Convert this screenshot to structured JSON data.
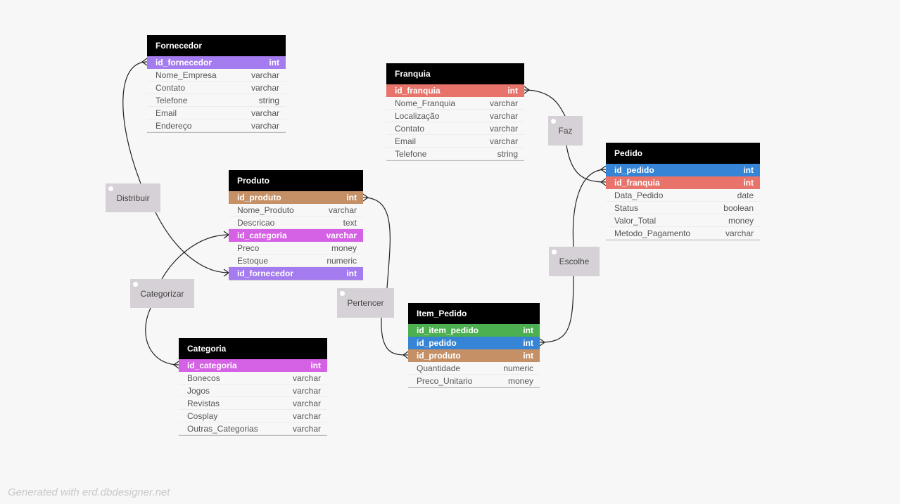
{
  "colors": {
    "background": "#f7f7f7",
    "header": "#000000",
    "purple": "#a57cf0",
    "salmon": "#e8736a",
    "brown": "#c59066",
    "magenta": "#d561e4",
    "blue": "#3584d6",
    "green": "#4caf50",
    "relation": "#d6d1d6"
  },
  "tables": {
    "fornecedor": {
      "title": "Fornecedor",
      "rows": [
        {
          "name": "id_fornecedor",
          "type": "int",
          "key": "purple"
        },
        {
          "name": "Nome_Empresa",
          "type": "varchar"
        },
        {
          "name": "Contato",
          "type": "varchar"
        },
        {
          "name": "Telefone",
          "type": "string"
        },
        {
          "name": "Email",
          "type": "varchar"
        },
        {
          "name": "Endereço",
          "type": "varchar"
        }
      ]
    },
    "franquia": {
      "title": "Franquia",
      "rows": [
        {
          "name": "id_franquia",
          "type": "int",
          "key": "salmon"
        },
        {
          "name": "Nome_Franquia",
          "type": "varchar"
        },
        {
          "name": "Localização",
          "type": "varchar"
        },
        {
          "name": "Contato",
          "type": "varchar"
        },
        {
          "name": "Email",
          "type": "varchar"
        },
        {
          "name": "Telefone",
          "type": "string"
        }
      ]
    },
    "produto": {
      "title": "Produto",
      "rows": [
        {
          "name": "id_produto",
          "type": "int",
          "key": "brown"
        },
        {
          "name": "Nome_Produto",
          "type": "varchar"
        },
        {
          "name": "Descricao",
          "type": "text"
        },
        {
          "name": "id_categoria",
          "type": "varchar",
          "key": "magenta"
        },
        {
          "name": "Preco",
          "type": "money"
        },
        {
          "name": "Estoque",
          "type": "numeric"
        },
        {
          "name": "id_fornecedor",
          "type": "int",
          "key": "purple"
        }
      ]
    },
    "pedido": {
      "title": "Pedido",
      "rows": [
        {
          "name": "id_pedido",
          "type": "int",
          "key": "blue"
        },
        {
          "name": "id_franquia",
          "type": "int",
          "key": "salmon"
        },
        {
          "name": "Data_Pedido",
          "type": "date"
        },
        {
          "name": "Status",
          "type": "boolean"
        },
        {
          "name": "Valor_Total",
          "type": "money"
        },
        {
          "name": "Metodo_Pagamento",
          "type": "varchar"
        }
      ]
    },
    "item_pedido": {
      "title": "Item_Pedido",
      "rows": [
        {
          "name": "id_item_pedido",
          "type": "int",
          "key": "green"
        },
        {
          "name": "id_pedido",
          "type": "int",
          "key": "blue"
        },
        {
          "name": "id_produto",
          "type": "int",
          "key": "brown"
        },
        {
          "name": "Quantidade",
          "type": "numeric"
        },
        {
          "name": "Preco_Unitario",
          "type": "money"
        }
      ]
    },
    "categoria": {
      "title": "Categoria",
      "rows": [
        {
          "name": "id_categoria",
          "type": "int",
          "key": "magenta"
        },
        {
          "name": "Bonecos",
          "type": "varchar"
        },
        {
          "name": "Jogos",
          "type": "varchar"
        },
        {
          "name": "Revistas",
          "type": "varchar"
        },
        {
          "name": "Cosplay",
          "type": "varchar"
        },
        {
          "name": "Outras_Categorias",
          "type": "varchar"
        }
      ]
    }
  },
  "relations": {
    "distribuir": "Distribuir",
    "categorizar": "Categorizar",
    "pertencer": "Pertencer",
    "faz": "Faz",
    "escolhe": "Escolhe"
  },
  "footer": "Generated with erd.dbdesigner.net"
}
